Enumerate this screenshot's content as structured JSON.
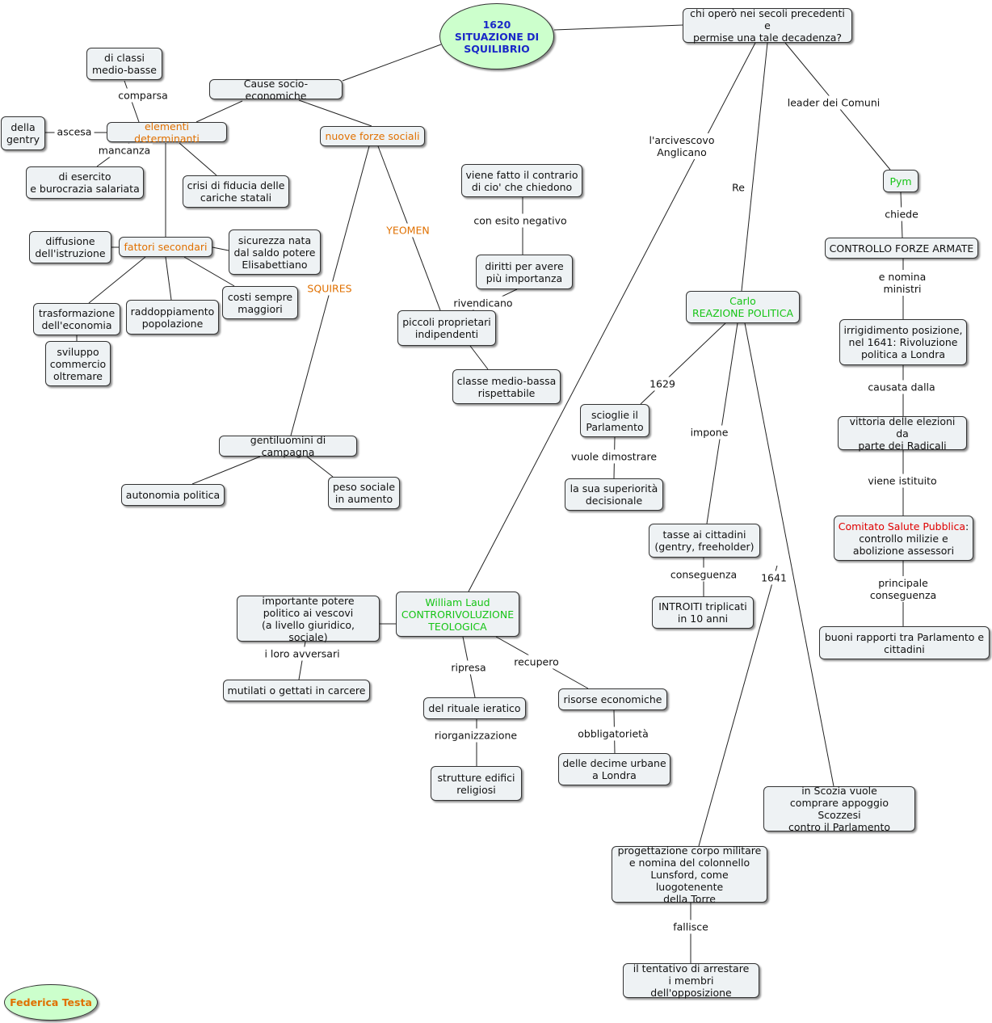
{
  "nodes": {
    "center": "1620\nSITUAZIONE DI\nSQUILIBRIO",
    "author": "Federica Testa",
    "question": "chi operò nei secoli precedenti e\npermise una tale decadenza?",
    "cause": "Cause socio-economiche",
    "classi": "di classi\nmedio-basse",
    "gentry": "della\ngentry",
    "elementi": "elementi determinanti",
    "esercito": "di esercito\ne burocrazia salariata",
    "crisi": "crisi di fiducia delle\ncariche statali",
    "nuove": "nuove forze sociali",
    "diffusione": "diffusione\ndell'istruzione",
    "fattori": "fattori secondari",
    "sicurezza": "sicurezza nata\ndal saldo potere\nElisabettiano",
    "trasformazione": "trasformazione\ndell'economia",
    "raddoppiamento": "raddoppiamento\npopolazione",
    "costi": "costi sempre\nmaggiori",
    "sviluppo": "sviluppo\ncommercio\noltremare",
    "viene_fatto": "viene fatto il contrario\ndi cio' che chiedono",
    "diritti": "diritti per avere\npiù importanza",
    "piccoli": "piccoli proprietari\nindipendenti",
    "classe_media": "classe medio-bassa\nrispettabile",
    "gentiluomini": "gentiluomini di campagna",
    "autonomia": "autonomia politica",
    "peso": "peso sociale\nin aumento",
    "pym": "Pym",
    "controllo": "CONTROLLO FORZE ARMATE",
    "irrigidimento": "irrigidimento posizione,\nnel 1641: Rivoluzione\npolitica a Londra",
    "vittoria": "vittoria delle elezioni da\nparte dei Radicali",
    "comitato_title": "Comitato Salute Pubblica",
    "comitato_text": ":\ncontrollo milizie e\nabolizione assessori",
    "buoni": "buoni rapporti tra Parlamento e\ncittadini",
    "carlo": "Carlo\nREAZIONE POLITICA",
    "scioglie": "scioglie il\nParlamento",
    "superiorita": "la sua superiorità\ndecisionale",
    "tasse": "tasse ai cittadini\n(gentry, freeholder)",
    "introiti": "INTROITI triplicati\nin 10 anni",
    "scozia": "in Scozia vuole\ncomprare appoggio Scozzesi\ncontro il Parlamento",
    "progettazione": "progettazione corpo militare\ne nomina del colonnello\nLunsford, come luogotenente\ndella Torre",
    "tentativo": "il tentativo di arrestare\ni membri dell'opposizione",
    "laud": "William Laud\nCONTRORIVOLUZIONE\nTEOLOGICA",
    "importante": "importante potere\npolitico ai vescovi\n(a livello giuridico, sociale)",
    "mutilati": "mutilati o gettati in carcere",
    "rituale": "del rituale ieratico",
    "strutture": "strutture edifici\nreligiosi",
    "risorse": "risorse economiche",
    "decime": "delle decime urbane\na Londra"
  },
  "labels": {
    "comparsa": "comparsa",
    "ascesa": "ascesa",
    "mancanza": "mancanza",
    "con_esito": "con esito negativo",
    "rivendicano": "rivendicano",
    "yeomen": "YEOMEN",
    "squires": "SQUIRES",
    "arcivescovo": "l'arcivescovo\nAnglicano",
    "re": "Re",
    "leader": "leader dei Comuni",
    "chiede": "chiede",
    "nomina": "e nomina ministri",
    "causata": "causata dalla",
    "istituito": "viene istituito",
    "principale": "principale conseguenza",
    "y1629": "1629",
    "impone": "impone",
    "vuole": "vuole dimostrare",
    "conseguenza": "conseguenza",
    "y1641": "1641",
    "fallisce": "fallisce",
    "avversari": "i loro avversari",
    "ripresa": "ripresa",
    "recupero": "recupero",
    "riorganizzazione": "riorganizzazione",
    "obbligatorieta": "obbligatorietà"
  }
}
